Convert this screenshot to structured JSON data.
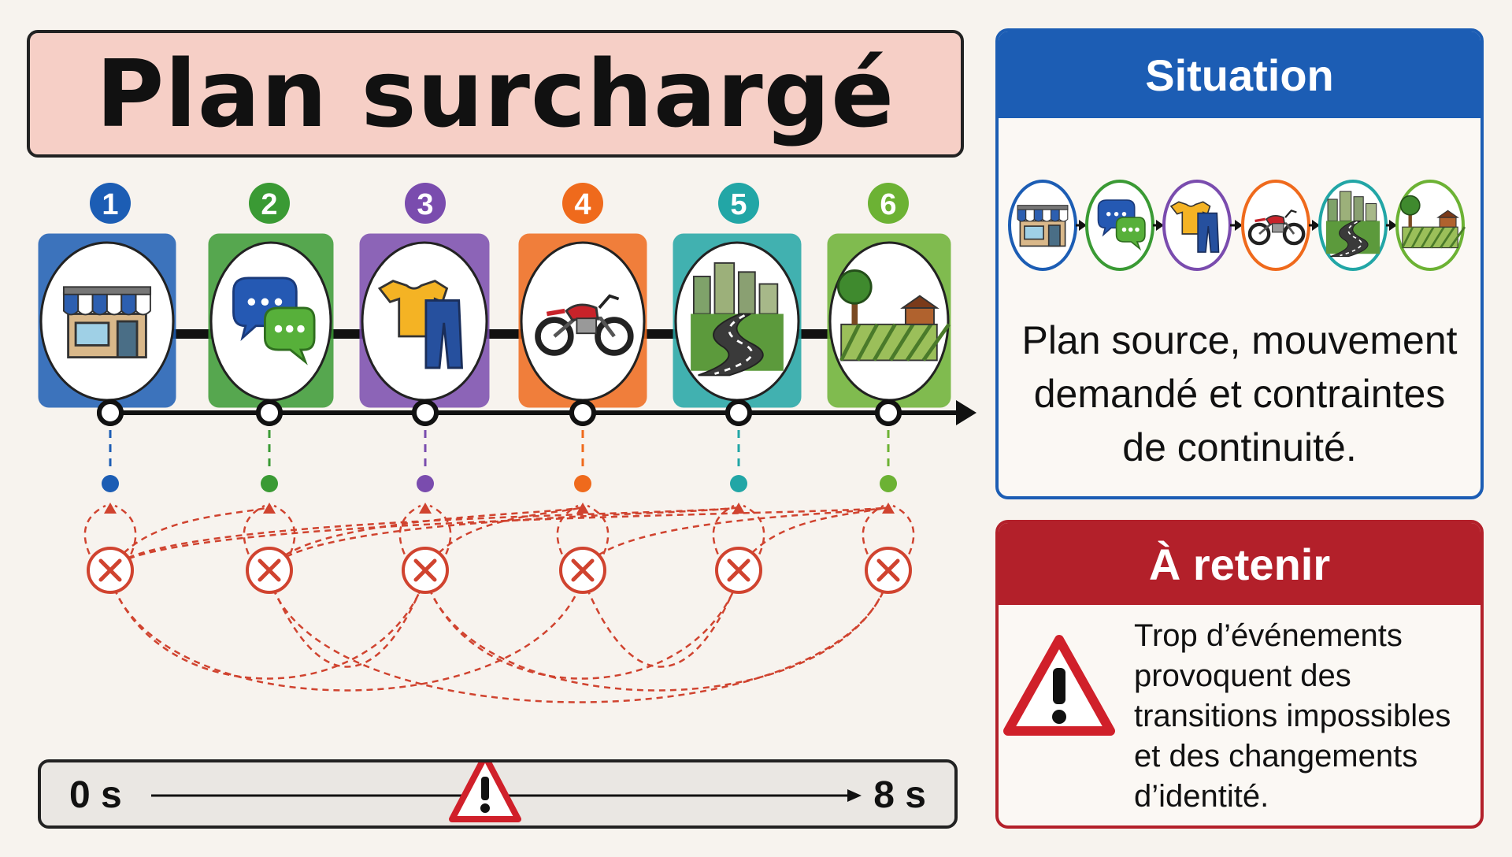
{
  "title": "Plan surchargé",
  "steps": [
    {
      "number": "1",
      "color": "#1c5db4",
      "icon": "shop-icon"
    },
    {
      "number": "2",
      "color": "#3a9a34",
      "icon": "chat-bubbles-icon"
    },
    {
      "number": "3",
      "color": "#7a4cae",
      "icon": "clothes-icon"
    },
    {
      "number": "4",
      "color": "#ef6a1c",
      "icon": "motorcycle-icon"
    },
    {
      "number": "5",
      "color": "#22a6a6",
      "icon": "road-city-icon"
    },
    {
      "number": "6",
      "color": "#6cb234",
      "icon": "farm-field-icon"
    }
  ],
  "situation": {
    "title": "Situation",
    "text_lines": [
      "Plan source, mouvement",
      "demandé et contraintes",
      "de continuité."
    ]
  },
  "retenir": {
    "title": "À retenir",
    "text_lines": [
      "Trop d’événements",
      "provoquent des",
      "transitions impossibles",
      "et des changements",
      "d’identité."
    ]
  },
  "timeline": {
    "start_label": "0 s",
    "end_label": "8 s"
  },
  "colors": {
    "error": "#d0432f",
    "situation": "#1c5db4",
    "retenir": "#b3202a"
  }
}
